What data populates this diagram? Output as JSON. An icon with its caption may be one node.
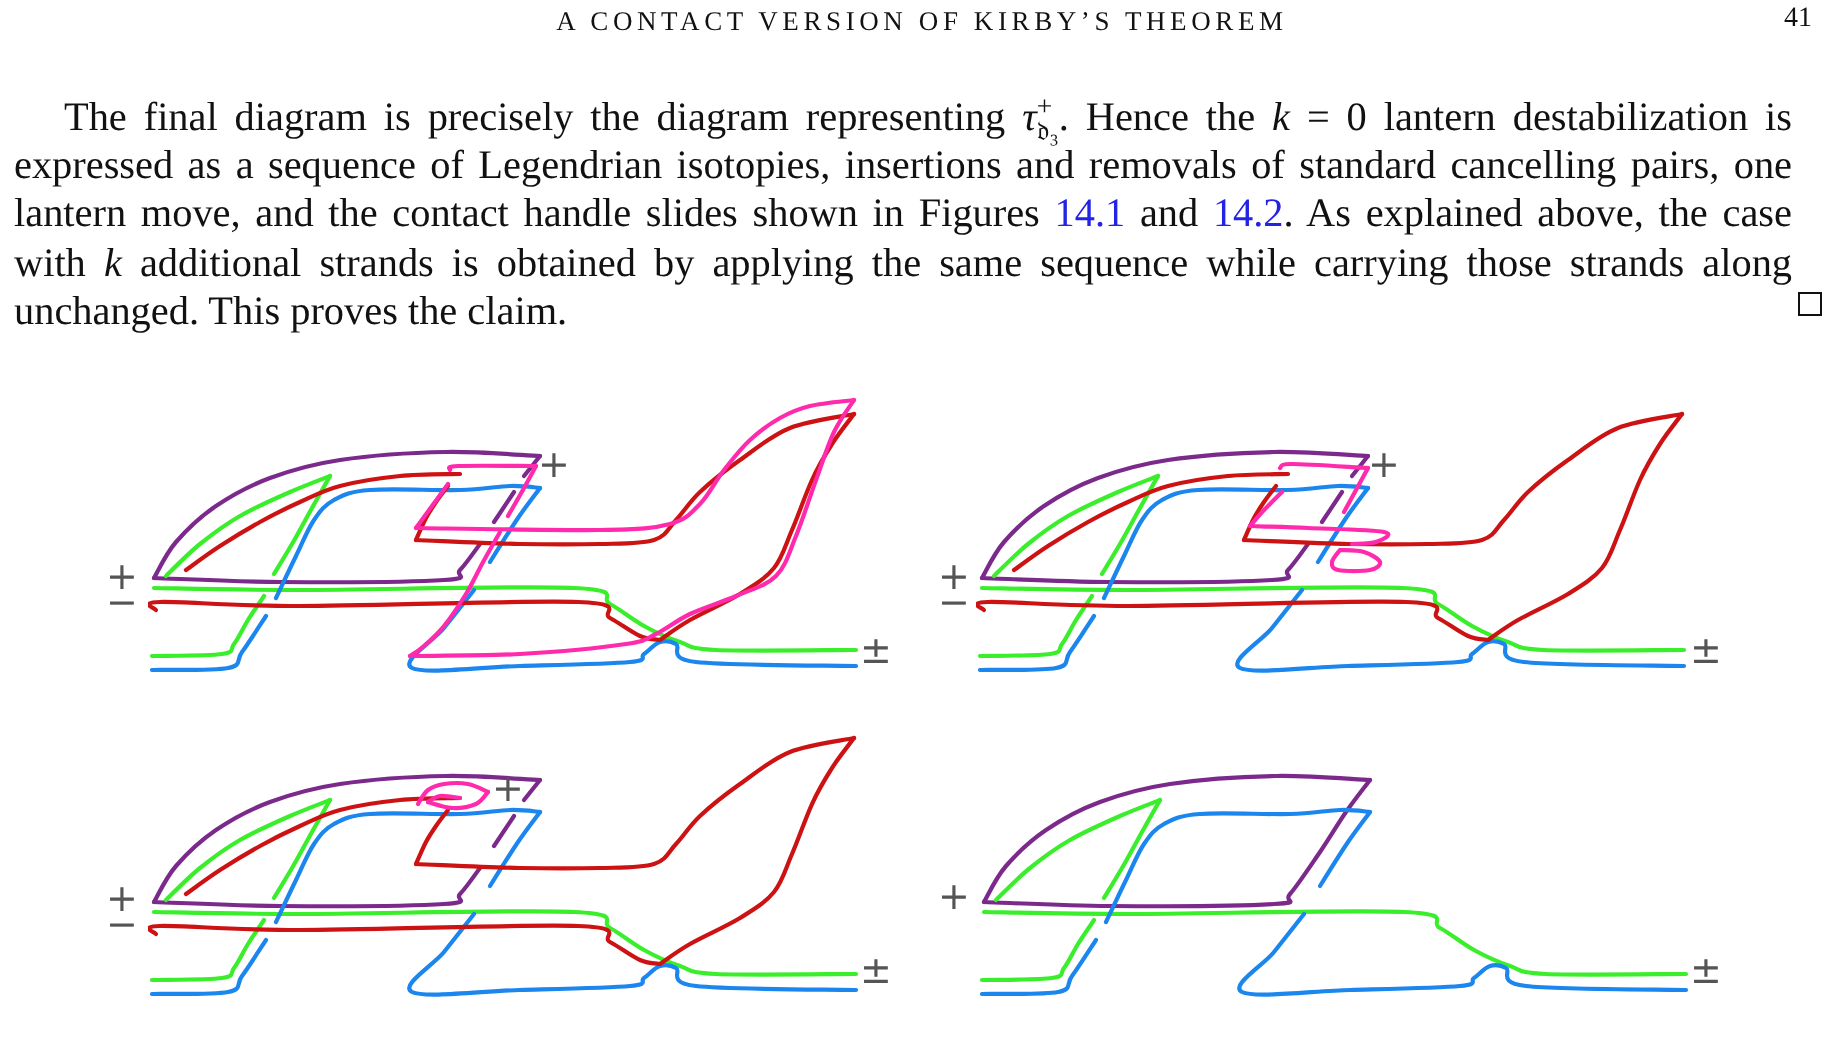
{
  "diagram": {
    "labels": [
      "A CONTACT VERSION OF KIRBY’S THEOREM",
      "41",
      "The final diagram is precisely the diagram representing *τ*$^{+}$$_{𝔡₃}$. Hence the *k* = 0 lantern destabilization is expressed as a sequence of Legendrian isotopies, insertions and removals of standard cancelling pairs, one lantern move, and the contact handle slides shown in Figures",
      "14.1",
      "and",
      "14.2",
      ". As explained above, the case with *k* additional strands is obtained by applying the same sequence while carrying those strands along unchanged. This proves the claim.",
      "+",
      "+",
      "−",
      "±",
      "+",
      "+",
      "−",
      "±",
      "+",
      "+",
      "−",
      "±",
      "+",
      "±"
    ]
  }
}
